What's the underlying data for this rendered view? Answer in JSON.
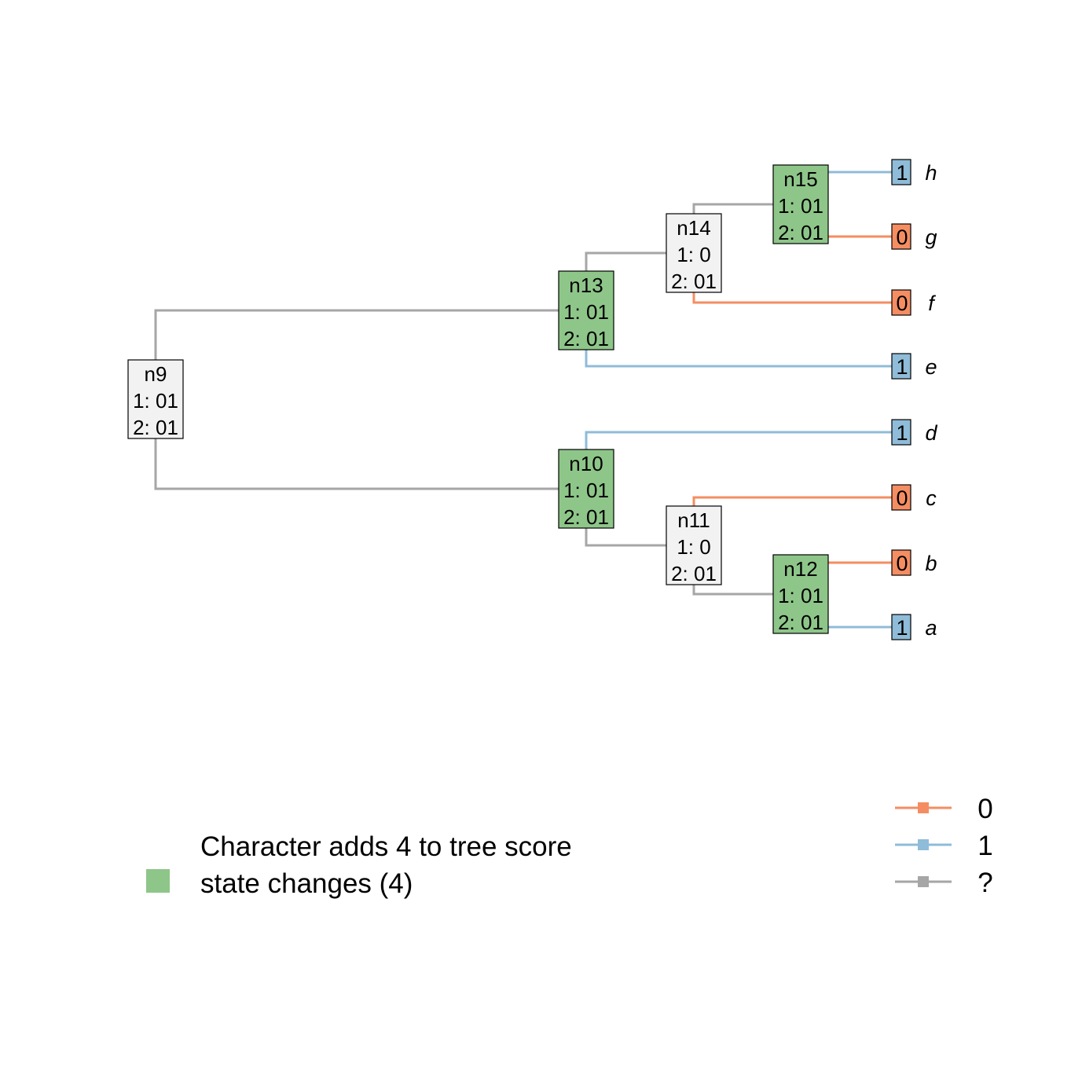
{
  "tree": {
    "nodes": [
      {
        "id": "n9",
        "label": "n9",
        "char1": "1: 01",
        "char2": "2: 01",
        "changed": false
      },
      {
        "id": "n10",
        "label": "n10",
        "char1": "1: 01",
        "char2": "2: 01",
        "changed": true
      },
      {
        "id": "n11",
        "label": "n11",
        "char1": "1: 0",
        "char2": "2: 01",
        "changed": false
      },
      {
        "id": "n12",
        "label": "n12",
        "char1": "1: 01",
        "char2": "2: 01",
        "changed": true
      },
      {
        "id": "n13",
        "label": "n13",
        "char1": "1: 01",
        "char2": "2: 01",
        "changed": true
      },
      {
        "id": "n14",
        "label": "n14",
        "char1": "1: 0",
        "char2": "2: 01",
        "changed": false
      },
      {
        "id": "n15",
        "label": "n15",
        "char1": "1: 01",
        "char2": "2: 01",
        "changed": true
      }
    ],
    "tips": [
      {
        "label": "h",
        "state": "1"
      },
      {
        "label": "g",
        "state": "0"
      },
      {
        "label": "f",
        "state": "0"
      },
      {
        "label": "e",
        "state": "1"
      },
      {
        "label": "d",
        "state": "1"
      },
      {
        "label": "c",
        "state": "0"
      },
      {
        "label": "b",
        "state": "0"
      },
      {
        "label": "a",
        "state": "1"
      }
    ],
    "edges": [
      {
        "from": "n9",
        "to": "n13",
        "state": "?"
      },
      {
        "from": "n9",
        "to": "n10",
        "state": "?"
      },
      {
        "from": "n13",
        "to": "n14",
        "state": "?"
      },
      {
        "from": "n13",
        "to": "e",
        "state": "1"
      },
      {
        "from": "n14",
        "to": "n15",
        "state": "?"
      },
      {
        "from": "n14",
        "to": "f",
        "state": "0"
      },
      {
        "from": "n15",
        "to": "h",
        "state": "1"
      },
      {
        "from": "n15",
        "to": "g",
        "state": "0"
      },
      {
        "from": "n10",
        "to": "d",
        "state": "1"
      },
      {
        "from": "n10",
        "to": "n11",
        "state": "?"
      },
      {
        "from": "n11",
        "to": "c",
        "state": "0"
      },
      {
        "from": "n11",
        "to": "n12",
        "state": "?"
      },
      {
        "from": "n12",
        "to": "b",
        "state": "0"
      },
      {
        "from": "n12",
        "to": "a",
        "state": "1"
      }
    ]
  },
  "legend": {
    "score_text": "Character adds 4 to tree score",
    "changes_text": "state changes (4)",
    "state_items": [
      {
        "label": "0",
        "state": "0"
      },
      {
        "label": "1",
        "state": "1"
      },
      {
        "label": "?",
        "state": "?"
      }
    ]
  },
  "colors": {
    "state_0": "#f58d62",
    "state_1": "#8fbcd8",
    "state_unknown": "#a6a6a6",
    "changed_fill": "#8ec689",
    "unchanged_fill": "#f2f2f2"
  }
}
